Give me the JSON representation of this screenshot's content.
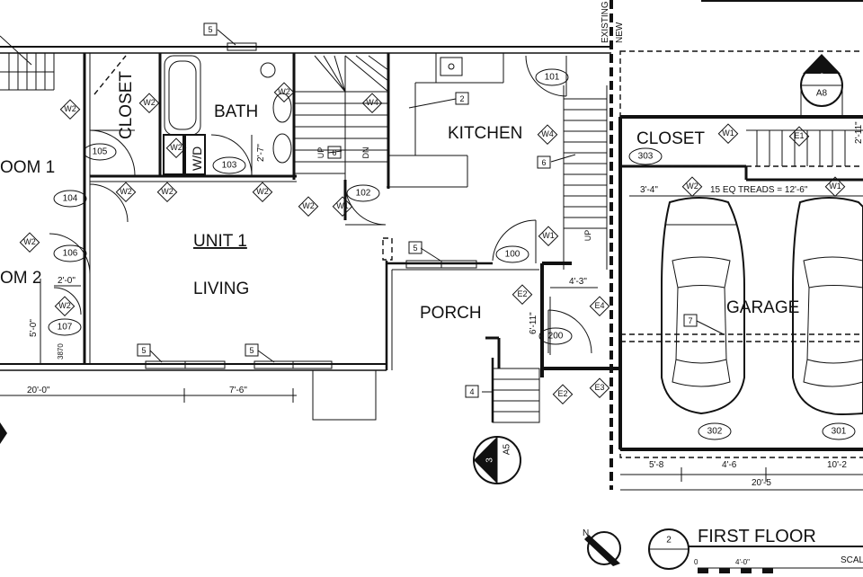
{
  "rooms": {
    "room_1": "OOM 1",
    "room_2": "OM 2",
    "closet_left": "CLOSET",
    "bath": "BATH",
    "wd": "W/D",
    "kitchen": "KITCHEN",
    "closet_right": "CLOSET",
    "unit": "UNIT 1",
    "living": "LIVING",
    "porch": "PORCH",
    "garage": "GARAGE"
  },
  "door_tags": {
    "d101": "101",
    "d102": "102",
    "d103": "103",
    "d104": "104",
    "d105": "105",
    "d106": "106",
    "d107": "107",
    "d100": "100",
    "d200": "200",
    "d302": "302",
    "d301": "301",
    "d303": "303"
  },
  "wall_tags": {
    "w2": "W2",
    "w4": "W4",
    "w1": "W1",
    "e1": "E1",
    "e2": "E2",
    "e3": "E3",
    "e4": "E4"
  },
  "keynotes": {
    "k2": "2",
    "k4": "4",
    "k5": "5",
    "k6": "6",
    "k7": "7"
  },
  "dimensions": {
    "d_2_7": "2'-7\"",
    "d_3_4": "3'-4\"",
    "treads": "15 EQ TREADS = 12'-6\"",
    "d_2_0": "2'-0\"",
    "d_5_0": "5'-0\"",
    "d_3870": "3870",
    "d_20_0": "20'-0\"",
    "d_7_6": "7'-6\"",
    "d_4_3": "4'-3\"",
    "d_6_11": "6'-11\"",
    "d_5_8": "5'-8",
    "d_4_6": "4'-6",
    "d_10_2": "10'-2",
    "d_20_5": "20'-5",
    "d_2_11": "2'-11\"",
    "scale_0": "0",
    "scale_4": "4'-0\""
  },
  "stair_labels": {
    "up1": "UP",
    "dn": "DN",
    "up2": "UP"
  },
  "existing_new": {
    "existing": "EXISTING",
    "new": "NEW"
  },
  "callouts": {
    "c6_num": "6",
    "c6_sheet": "A8",
    "c3_num": "3",
    "c3_sheet": "A5"
  },
  "title": {
    "number": "2",
    "name": "FIRST FLOOR",
    "scale_label": "SCALE:"
  },
  "north_label": "N"
}
